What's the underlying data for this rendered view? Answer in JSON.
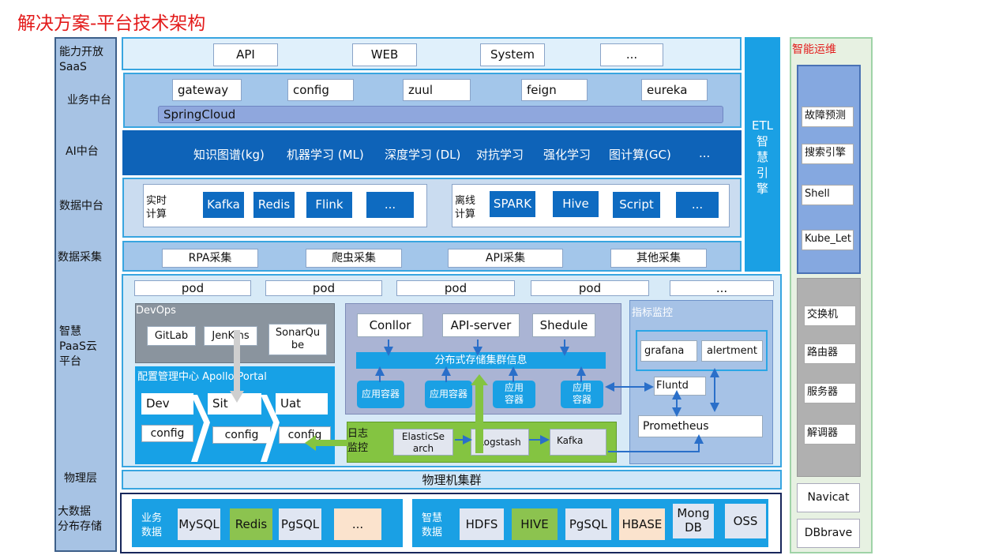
{
  "title": "解决方案-平台技术架构",
  "layers": {
    "open": "能力开放\nSaaS",
    "biz": "业务中台",
    "ai": "AI中台",
    "data": "数据中台",
    "collect": "数据采集",
    "paas": "智慧\nPaaS云\n平台",
    "phys": "物理层",
    "storage": "大数据\n分布存储"
  },
  "saas": [
    "API",
    "WEB",
    "System",
    "..."
  ],
  "biz_items": [
    "gateway",
    "config",
    "zuul",
    "feign",
    "eureka"
  ],
  "springcloud": "SpringCloud",
  "ai_items": [
    "知识图谱(kg)",
    "机器学习 (ML)",
    "深度学习 (DL)",
    "对抗学习",
    "强化学习",
    "图计算(GC)",
    "..."
  ],
  "realtime_label": "实时\n计算",
  "realtime_items": [
    "Kafka",
    "Redis",
    "Flink",
    "..."
  ],
  "offline_label": "离线\n计算",
  "offline_items": [
    "SPARK",
    "Hive",
    "Script",
    "..."
  ],
  "collect_items": [
    "RPA采集",
    "爬虫采集",
    "API采集",
    "其他采集"
  ],
  "etl": "ETL\n智\n慧\n引\n擎",
  "pods": [
    "pod",
    "pod",
    "pod",
    "pod",
    "..."
  ],
  "devops": {
    "label": "DevOps",
    "items": [
      "GitLab",
      "JenKins",
      "SonarQu\nbe"
    ]
  },
  "apollo": {
    "label": "配置管理中心 Apollo Portal",
    "envs": [
      "Dev",
      "Sit",
      "Uat"
    ],
    "cfg": [
      "config",
      "config",
      "config"
    ]
  },
  "k8s": {
    "top": [
      "Conllor",
      "API-server",
      "Shedule"
    ],
    "storage": "分布式存储集群信息",
    "containers": [
      "应用容器",
      "应用容器",
      "应用\n容器",
      "应用\n容器"
    ]
  },
  "monitor": {
    "label": "指标监控",
    "items": [
      "grafana",
      "alertment"
    ],
    "fluntd": "Fluntd",
    "prometheus": "Prometheus"
  },
  "logmon": {
    "label": "日志\n监控",
    "items": [
      "ElasticSe\narch",
      "Logstash",
      "Kafka"
    ]
  },
  "physical": "物理机集群",
  "biz_data": {
    "label": "业务\n数据",
    "items": [
      "MySQL",
      "Redis",
      "PgSQL",
      "..."
    ]
  },
  "smart_data": {
    "label": "智慧\n数据",
    "items": [
      "HDFS",
      "HIVE",
      "PgSQL",
      "HBASE",
      "Mong\nDB",
      "OSS"
    ]
  },
  "ops": {
    "title": "智能运维",
    "top": [
      "故障预测",
      "搜索引擎",
      "Shell",
      "Kube_Let"
    ],
    "mid": [
      "交换机",
      "路由器",
      "服务器",
      "解调器"
    ],
    "low": [
      "Navicat",
      "DBbrave"
    ]
  }
}
